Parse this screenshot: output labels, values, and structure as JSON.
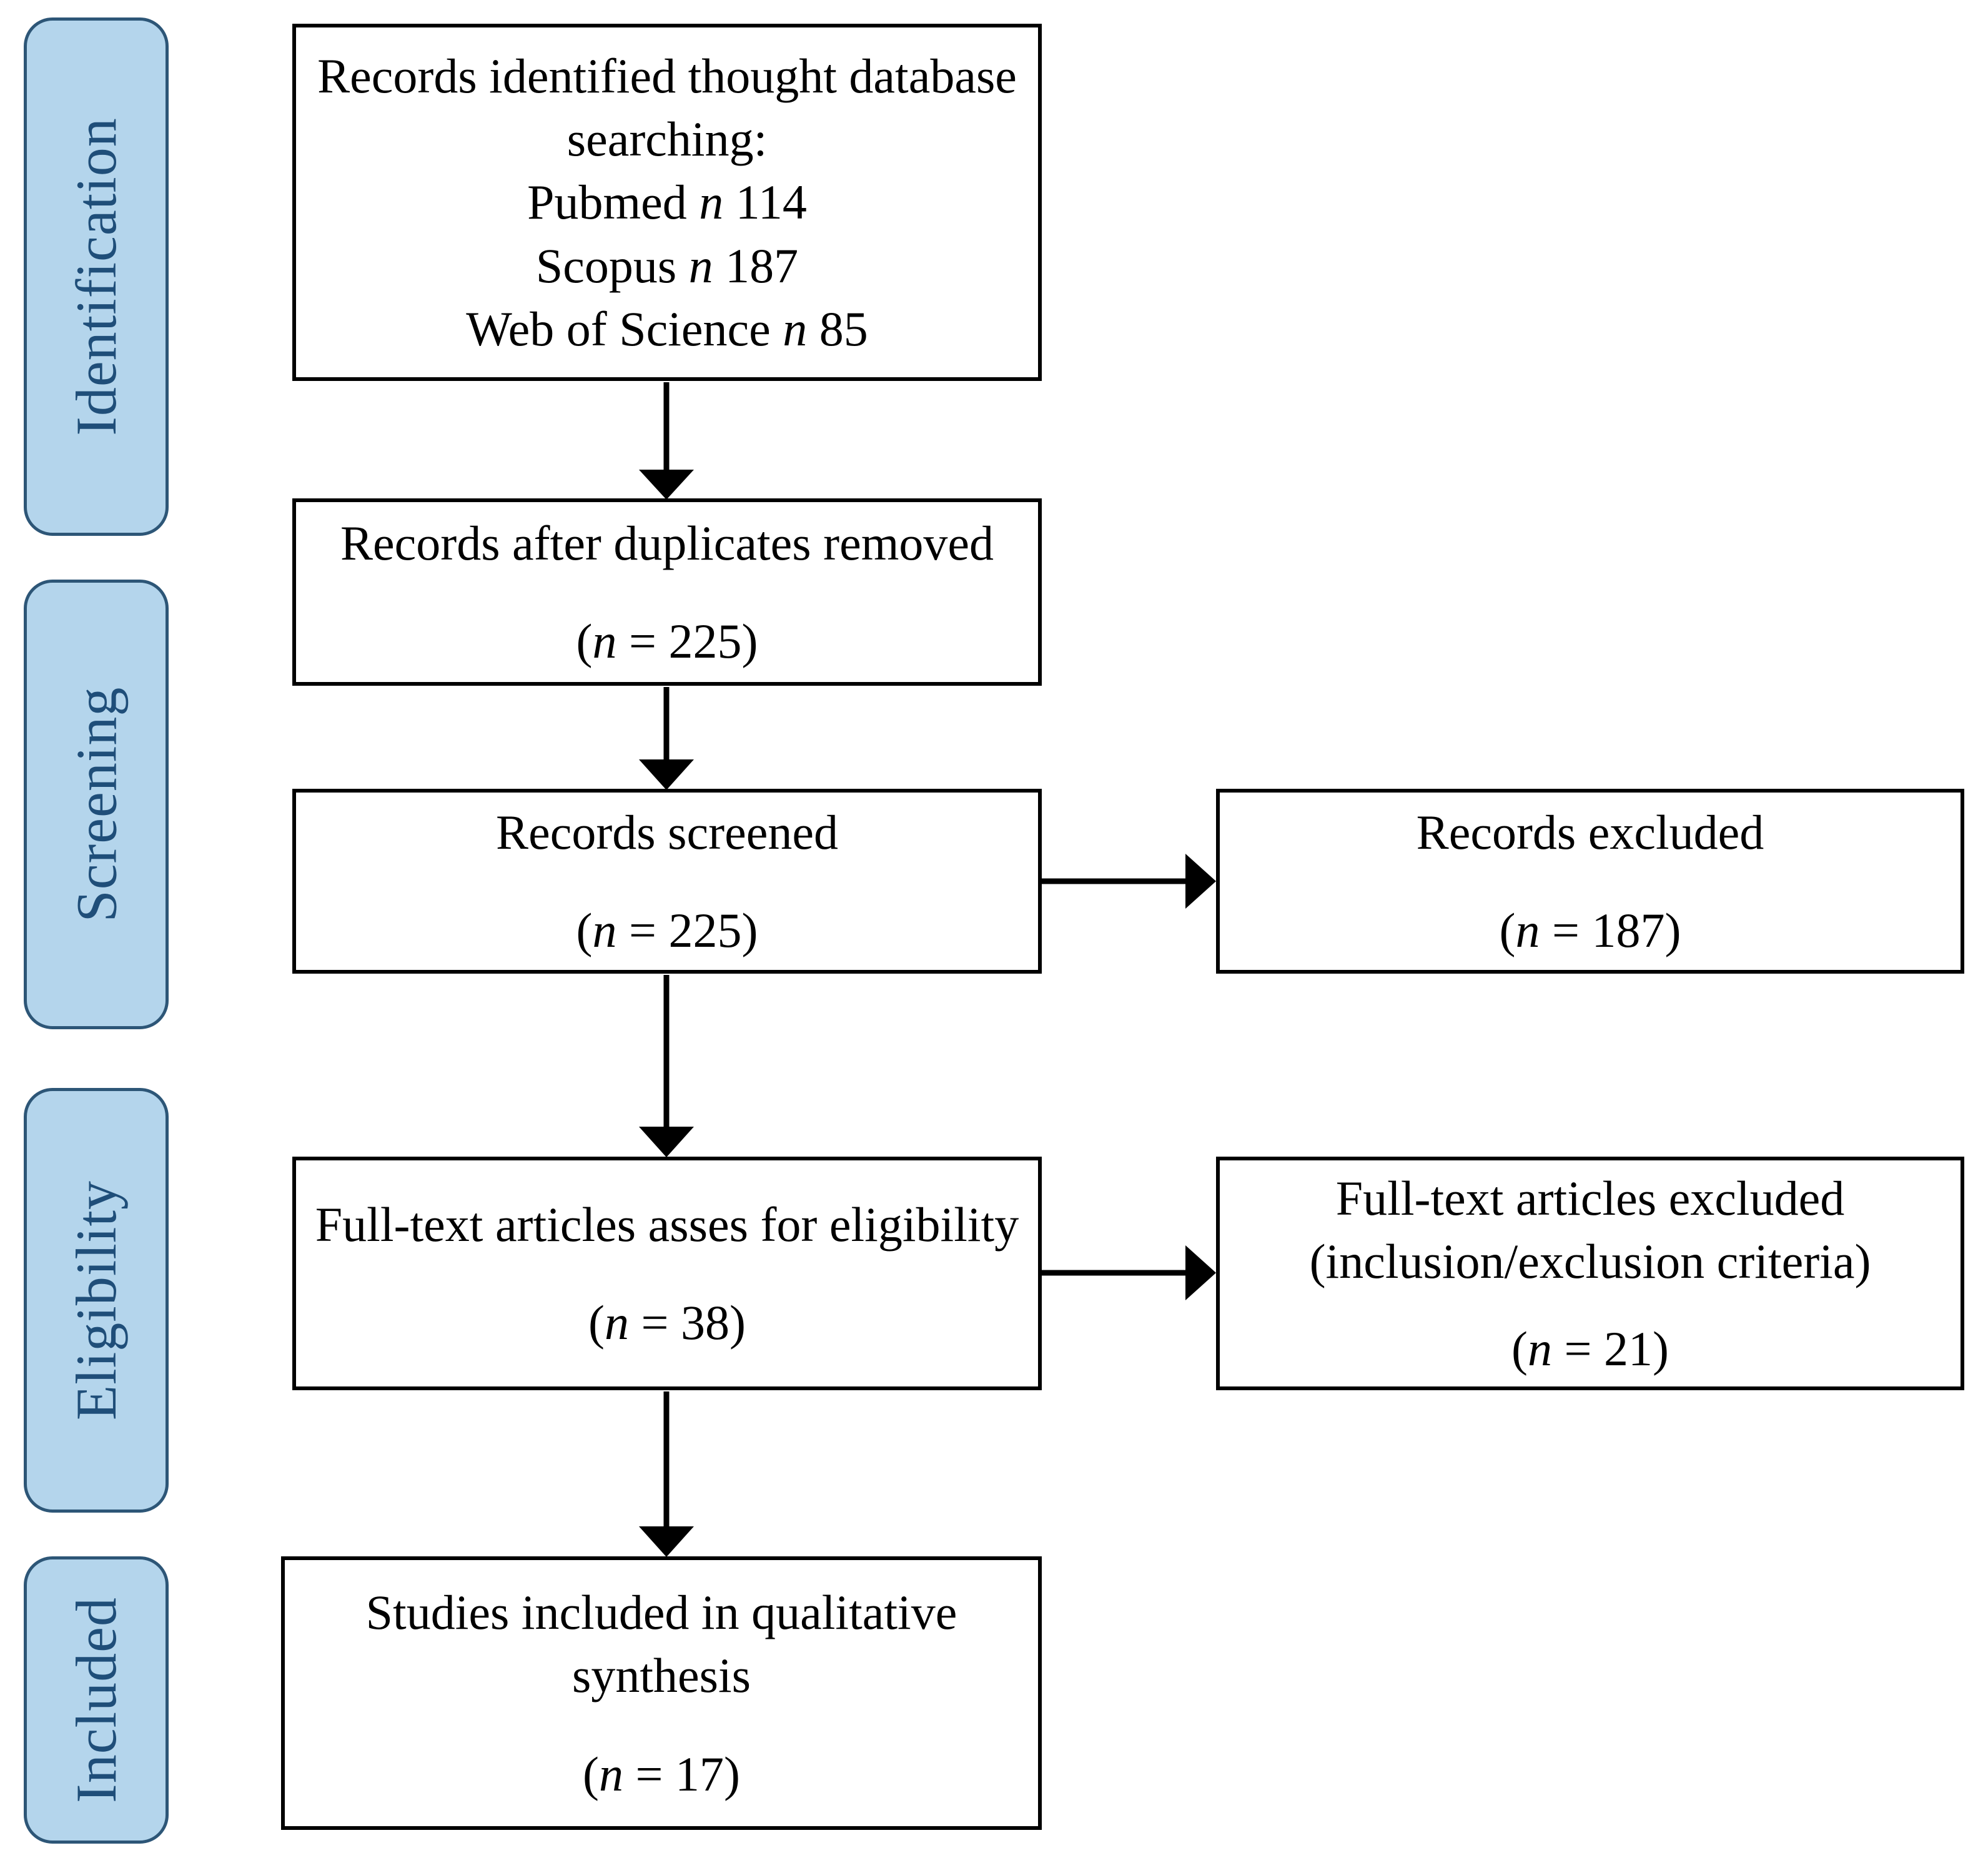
{
  "figure": {
    "type": "prisma-flow-diagram",
    "accent_fill": "#b4d5ec",
    "accent_border": "#2d5677",
    "accent_text": "#1f4e79",
    "box_border": "#000000",
    "box_fill": "#ffffff"
  },
  "stages": [
    {
      "label": "Identification"
    },
    {
      "label": "Screening"
    },
    {
      "label": "Eligibility"
    },
    {
      "label": "Included"
    }
  ],
  "boxes": {
    "identified": {
      "line1": "Records identified thought database",
      "line2": "searching:",
      "line3_label": "Pubmed",
      "line3_n": "n",
      "line3_value": "114",
      "line4_label": "Scopus",
      "line4_n": "n",
      "line4_value": "187",
      "line5_label": "Web of Science",
      "line5_n": "n",
      "line5_value": "85"
    },
    "duplicates_removed": {
      "line1": "Records after duplicates removed",
      "count_open": "(",
      "count_n": "n",
      "count_eq": " = ",
      "count_value": "225",
      "count_close": ")"
    },
    "records_screened": {
      "line1": "Records screened",
      "count_open": "(",
      "count_n": "n",
      "count_eq": " = ",
      "count_value": "225",
      "count_close": ")"
    },
    "records_excluded": {
      "line1": "Records excluded",
      "count_open": "(",
      "count_n": "n",
      "count_eq": " = ",
      "count_value": "187",
      "count_close": ")"
    },
    "fulltext_assessed": {
      "line1": "Full-text articles asses for eligibility",
      "count_open": "(",
      "count_n": "n",
      "count_eq": " = ",
      "count_value": "38",
      "count_close": ")"
    },
    "fulltext_excluded": {
      "line1": "Full-text articles excluded",
      "line2": "(inclusion/exclusion criteria)",
      "count_open": "(",
      "count_n": "n",
      "count_eq": " = ",
      "count_value": "21",
      "count_close": ")"
    },
    "studies_included": {
      "line1": "Studies included in qualitative",
      "line2": "synthesis",
      "count_open": "(",
      "count_n": "n",
      "count_eq": " = ",
      "count_value": "17",
      "count_close": ")"
    }
  }
}
